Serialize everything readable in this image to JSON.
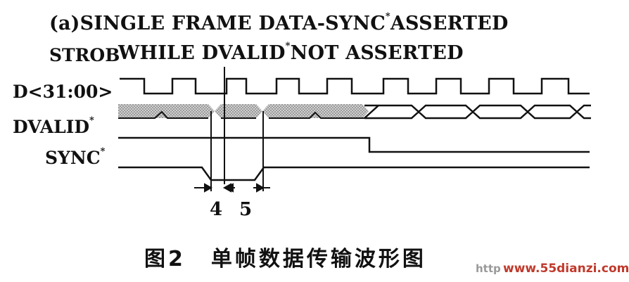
{
  "diagram": {
    "title_line1": "(a)SINGLE FRAME DATA-SYNC",
    "title_line1_end": "ASSERTED",
    "title_line2": "WHILE DVALID",
    "title_line2_end": "NOT ASSERTED",
    "asterisk": "*",
    "signals": {
      "strob": "STROB",
      "data": "D<31:00>",
      "dvalid": "DVALID",
      "sync": "SYNC"
    },
    "timing_labels": [
      "4",
      "5"
    ],
    "caption": {
      "figure": "图2",
      "text": "单帧数据传输波形图"
    }
  },
  "watermark": {
    "prefix": "http",
    "url": "www.55dianzi.com"
  },
  "colors": {
    "line": "#111111",
    "hatch": "#9a9a9a",
    "watermark_url": "#c0392b"
  }
}
